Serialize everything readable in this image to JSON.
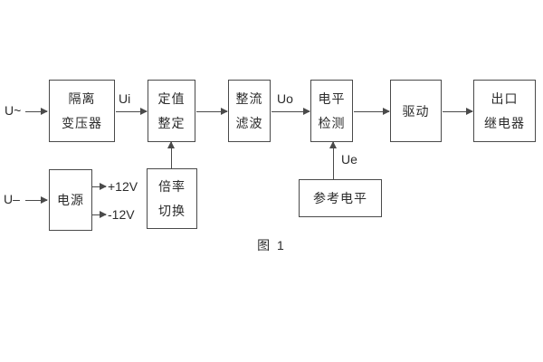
{
  "diagram": {
    "caption": "图 1",
    "labels": {
      "input_ac": "U~",
      "input_dc": "U–",
      "signal_ui": "Ui",
      "signal_uo": "Uo",
      "signal_ue": "Ue",
      "rail_pos": "+12V",
      "rail_neg": "-12V"
    },
    "blocks": {
      "isolation_transformer": {
        "line1": "隔离",
        "line2": "变压器"
      },
      "setting_adjust": {
        "line1": "定值",
        "line2": "整定"
      },
      "rectifier_filter": {
        "line1": "整流",
        "line2": "滤波"
      },
      "level_detect": {
        "line1": "电平",
        "line2": "检测"
      },
      "driver": {
        "line1": "驱动"
      },
      "output_relay": {
        "line1": "出口",
        "line2": "继电器"
      },
      "power_supply": {
        "line1": "电源"
      },
      "ratio_switch": {
        "line1": "倍率",
        "line2": "切换"
      },
      "reference_level": {
        "line1": "参考电平"
      }
    },
    "colors": {
      "text": "#2b2b2b",
      "line": "#4a4a4a",
      "background": "#ffffff"
    }
  }
}
